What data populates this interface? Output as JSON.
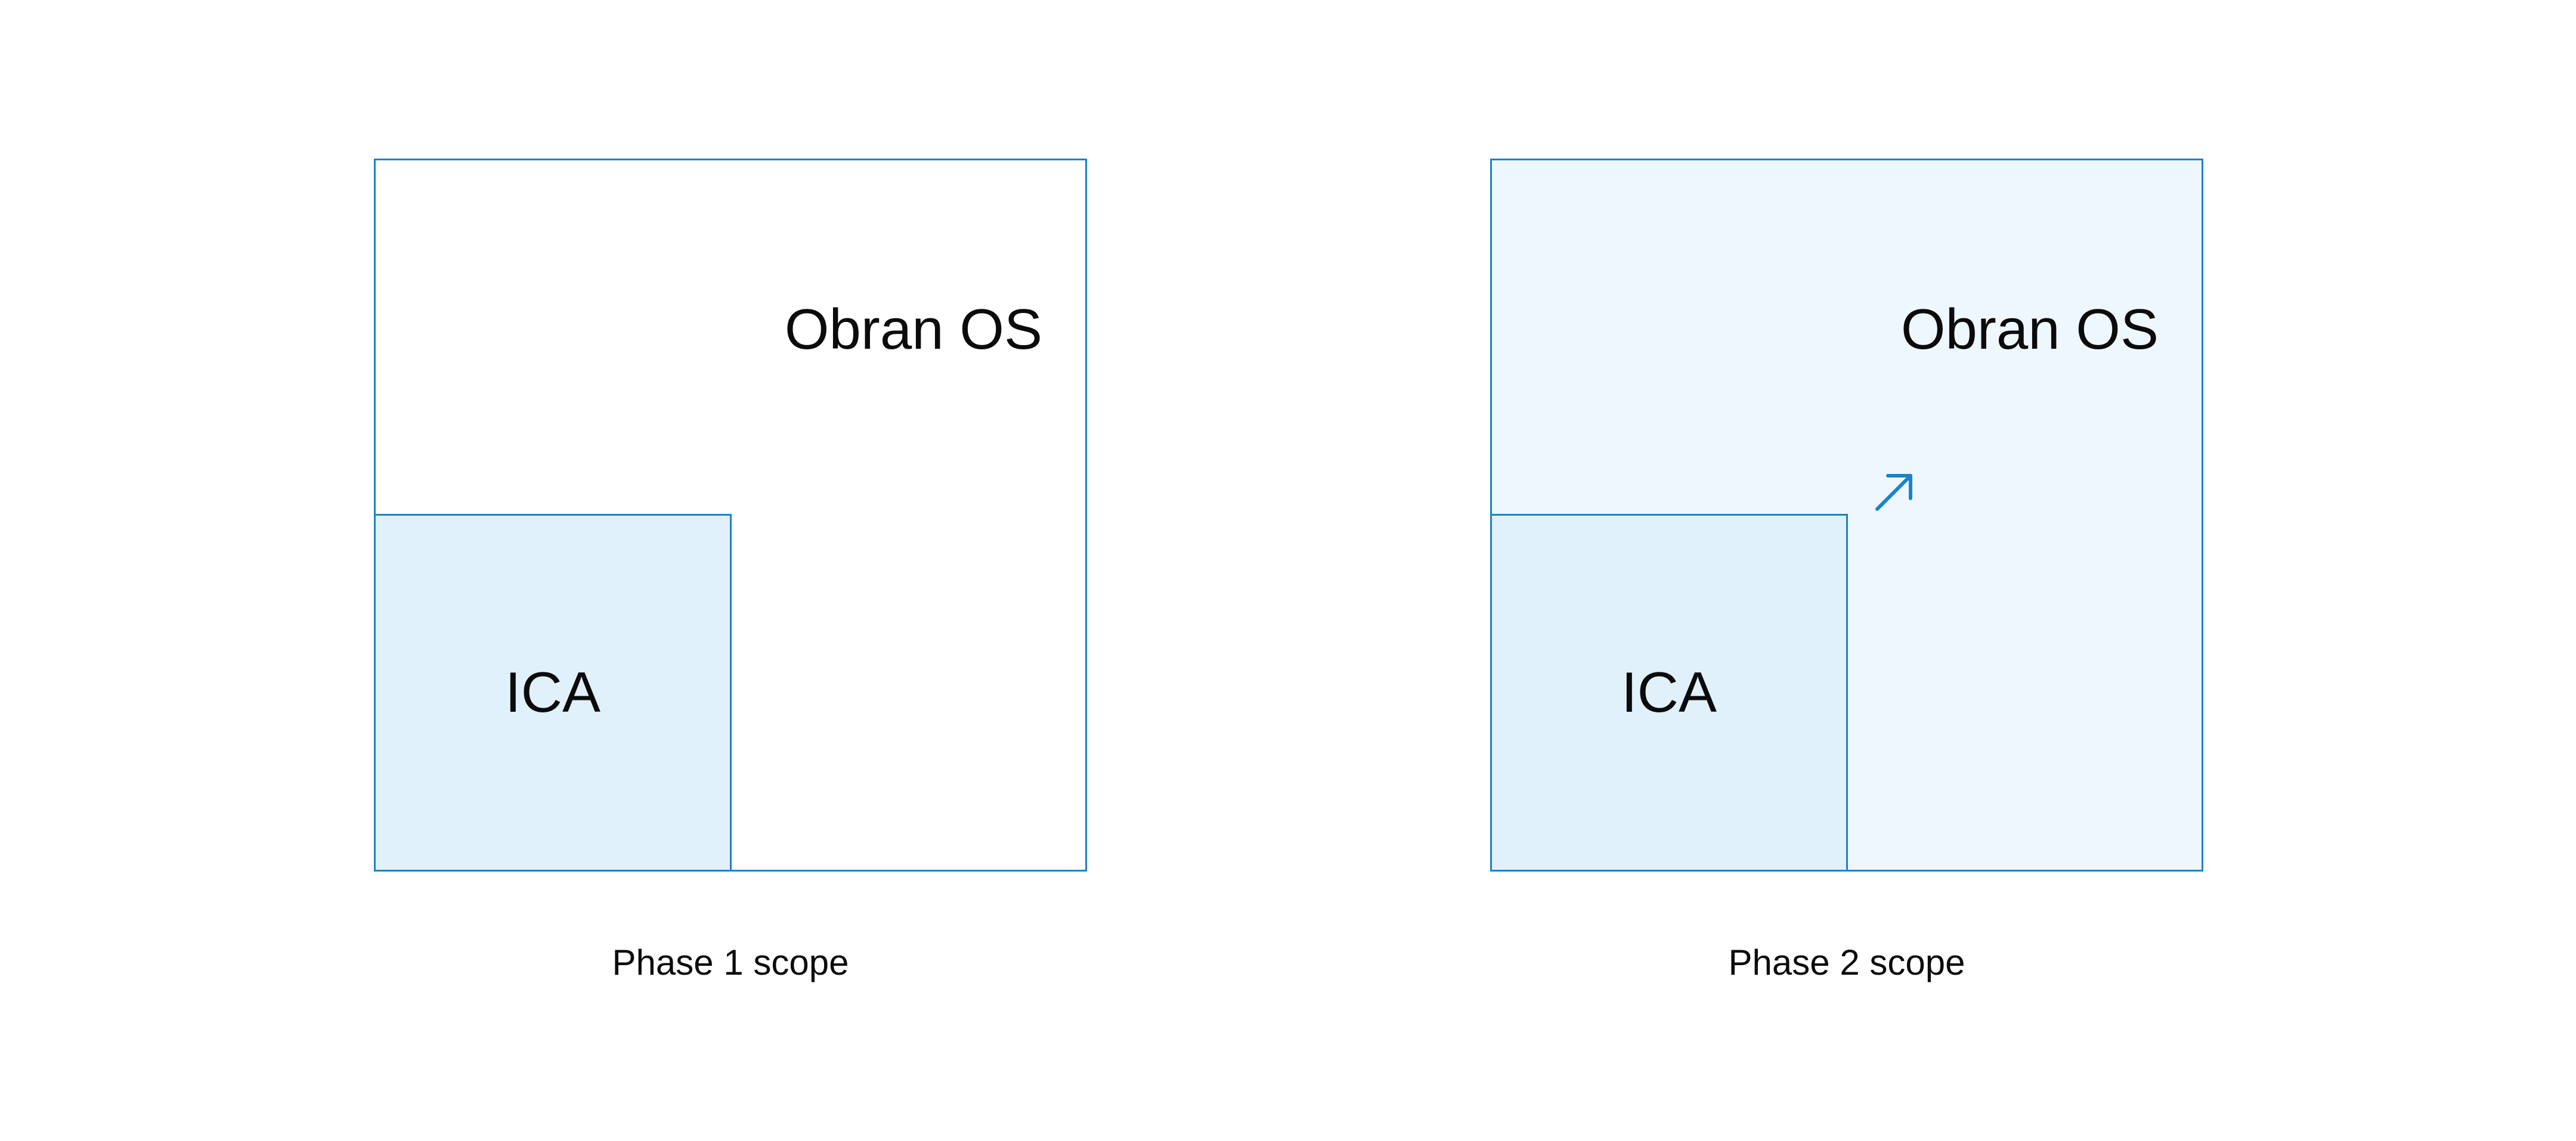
{
  "colors": {
    "border": "#1b83c6",
    "inner_fill": "#e0f1fc",
    "outer_fill_phase2": "#eff7fe",
    "background": "#ffffff"
  },
  "diagrams": [
    {
      "outer_label": "Obran OS",
      "inner_label": "ICA",
      "caption": "Phase 1 scope"
    },
    {
      "outer_label": "Obran OS",
      "inner_label": "ICA",
      "caption": "Phase 2 scope",
      "expand_icon": "arrow-up-right-icon"
    }
  ]
}
